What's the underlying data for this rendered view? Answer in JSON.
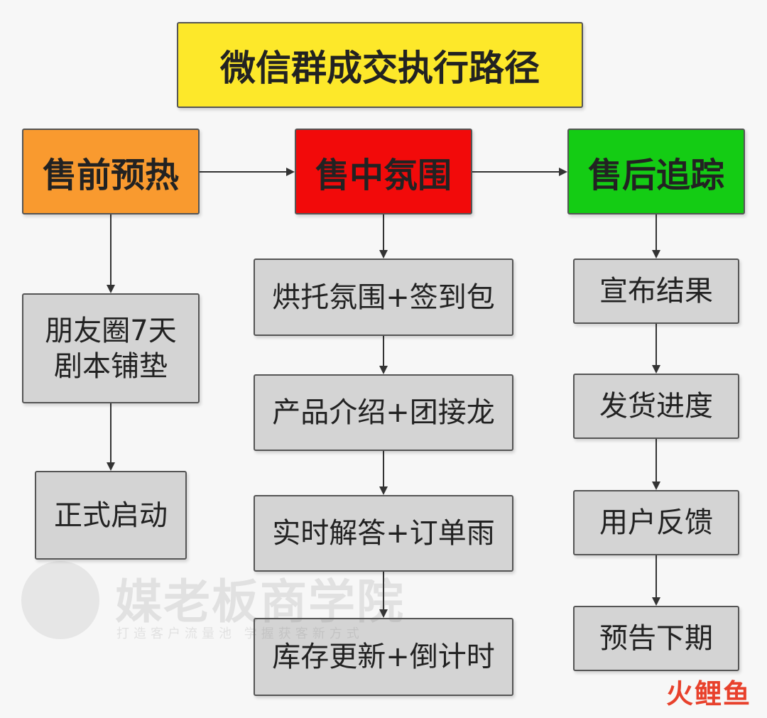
{
  "title": "微信群成交执行路径",
  "columns": {
    "presale": {
      "header": "售前预热",
      "steps": [
        "朋友圈7天\n剧本铺垫",
        "正式启动"
      ]
    },
    "insale": {
      "header": "售中氛围",
      "steps": [
        "烘托氛围+签到包",
        "产品介绍+团接龙",
        "实时解答+订单雨",
        "库存更新+倒计时"
      ]
    },
    "aftersale": {
      "header": "售后追踪",
      "steps": [
        "宣布结果",
        "发货进度",
        "用户反馈",
        "预告下期"
      ]
    }
  },
  "watermark": {
    "name": "媒老板商学院",
    "slogan": "打造客户流量池  学握获客新方式"
  },
  "source_logo": "火鲤鱼",
  "colors": {
    "title": "#fde82a",
    "presale": "#f99a2f",
    "insale": "#f20a0a",
    "aftersale": "#14cc14",
    "step": "#d4d4d4"
  }
}
